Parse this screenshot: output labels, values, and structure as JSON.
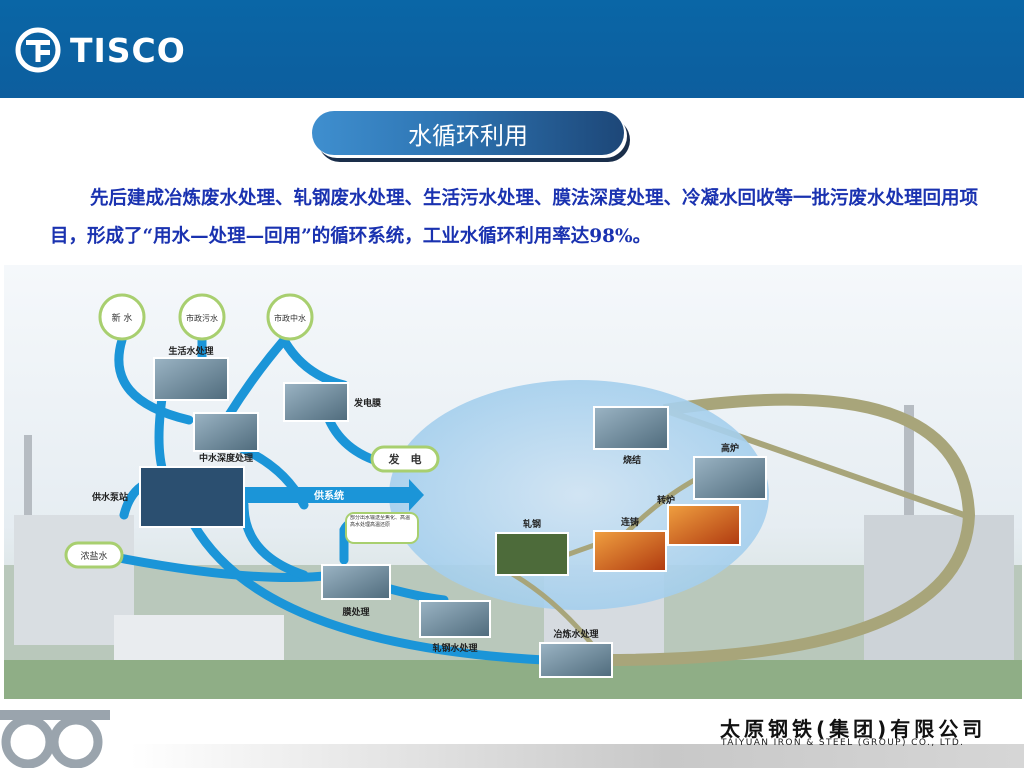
{
  "brand": {
    "logo_text": "TISCO"
  },
  "slide": {
    "title": "水循环利用",
    "description": "先后建成冶炼废水处理、轧钢废水处理、生活污水处理、膜法深度处理、冷凝水回收等一批污废水处理回用项目，形成了“用水—处理—回用”的循环系统，工业水循环利用率达98%。"
  },
  "diagram": {
    "sources": [
      "新 水",
      "市政污水",
      "市政中水"
    ],
    "nodes": {
      "domestic": "生活水处理",
      "reclaimed": "中水深度处理",
      "power_membrane": "发电膜",
      "power": "发　电",
      "pump_station": "供水泵站",
      "supply": "供系统",
      "softened": "浓盐水",
      "membrane": "膜处理",
      "rolling_water": "轧钢水处理",
      "smelting_water": "冶炼水处理",
      "note": "部分出水输送至焦化、高温高水处理高温还原",
      "sintering": "烧结",
      "blast_furnace": "高炉",
      "converter": "转炉",
      "casting": "连铸",
      "rolling": "轧钢"
    }
  },
  "footer": {
    "company_cn": "太原钢铁(集团)有限公司",
    "company_en": "TAIYUAN IRON & STEEL (GROUP) CO., LTD."
  }
}
